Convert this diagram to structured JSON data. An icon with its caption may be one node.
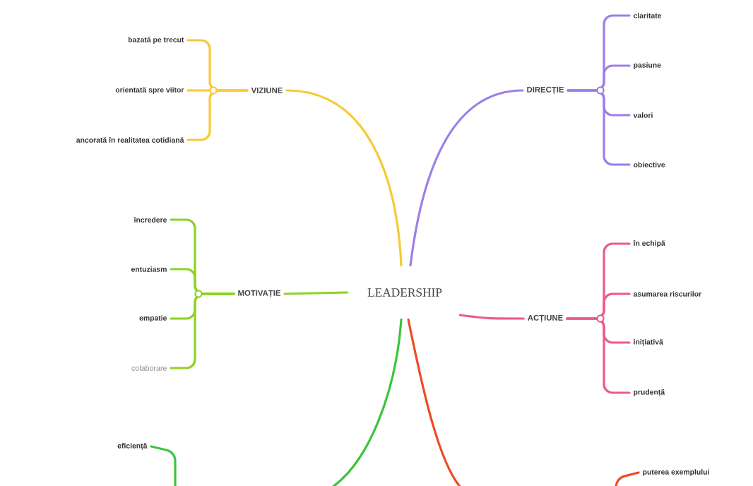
{
  "diagram": {
    "nodes": [
      {
        "text": [
          "LEADERSHIP"
        ]
      },
      {
        "text": [
          "VIZIUNE"
        ]
      },
      {
        "text": [
          "bazată pe trecut"
        ]
      },
      {
        "text": [
          "orientată spre viitor"
        ]
      },
      {
        "text": [
          "ancorată în realitatea cotidiană"
        ]
      },
      {
        "text": [
          "DIRECȚIE"
        ]
      },
      {
        "text": [
          "claritate"
        ]
      },
      {
        "text": [
          "pasiune"
        ]
      },
      {
        "text": [
          "valori"
        ]
      },
      {
        "text": [
          "obiective"
        ]
      },
      {
        "text": [
          "MOTIVAȚIE"
        ]
      },
      {
        "text": [
          "încredere"
        ]
      },
      {
        "text": [
          "entuziasm"
        ]
      },
      {
        "text": [
          "empatie"
        ]
      },
      {
        "text": [
          "colaborare"
        ]
      },
      {
        "text": [
          "ACȚIUNE"
        ]
      },
      {
        "text": [
          "în echipă"
        ]
      },
      {
        "text": [
          "asumarea riscurilor"
        ]
      },
      {
        "text": [
          "inițiativă"
        ]
      },
      {
        "text": [
          "prudență"
        ]
      },
      {
        "text": [
          "eficiență"
        ]
      },
      {
        "text": [
          "puterea exemplului"
        ]
      }
    ],
    "edges": [
      {
        "from": 0,
        "to": 1,
        "arrow": "none",
        "color": "#f7c935"
      },
      {
        "from": 0,
        "to": 5,
        "arrow": "none",
        "color": "#9d7fe8"
      },
      {
        "from": 0,
        "to": 10,
        "arrow": "none",
        "color": "#8fd122"
      },
      {
        "from": 0,
        "to": 15,
        "arrow": "none",
        "color": "#ec5a8c"
      },
      {
        "from": 0,
        "to": null,
        "arrow": "none",
        "color": "#3dc43d"
      },
      {
        "from": 0,
        "to": null,
        "arrow": "none",
        "color": "#f04a23"
      },
      {
        "from": 1,
        "to": 2,
        "arrow": "none",
        "color": "#f7c935"
      },
      {
        "from": 1,
        "to": 3,
        "arrow": "none",
        "color": "#f7c935"
      },
      {
        "from": 1,
        "to": 4,
        "arrow": "none",
        "color": "#f7c935"
      },
      {
        "from": 5,
        "to": 6,
        "arrow": "none",
        "color": "#9d7fe8"
      },
      {
        "from": 5,
        "to": 7,
        "arrow": "none",
        "color": "#9d7fe8"
      },
      {
        "from": 5,
        "to": 8,
        "arrow": "none",
        "color": "#9d7fe8"
      },
      {
        "from": 5,
        "to": 9,
        "arrow": "none",
        "color": "#9d7fe8"
      },
      {
        "from": 10,
        "to": 11,
        "arrow": "none",
        "color": "#8fd122"
      },
      {
        "from": 10,
        "to": 12,
        "arrow": "none",
        "color": "#8fd122"
      },
      {
        "from": 10,
        "to": 13,
        "arrow": "none",
        "color": "#8fd122"
      },
      {
        "from": 10,
        "to": 14,
        "arrow": "none",
        "color": "#8fd122"
      },
      {
        "from": 15,
        "to": 16,
        "arrow": "none",
        "color": "#ec5a8c"
      },
      {
        "from": 15,
        "to": 17,
        "arrow": "none",
        "color": "#ec5a8c"
      },
      {
        "from": 15,
        "to": 18,
        "arrow": "none",
        "color": "#ec5a8c"
      },
      {
        "from": 15,
        "to": 19,
        "arrow": "none",
        "color": "#ec5a8c"
      },
      {
        "from": null,
        "to": 20,
        "arrow": "none",
        "color": "#3dc43d"
      },
      {
        "from": null,
        "to": 21,
        "arrow": "none",
        "color": "#f04a23"
      }
    ]
  }
}
